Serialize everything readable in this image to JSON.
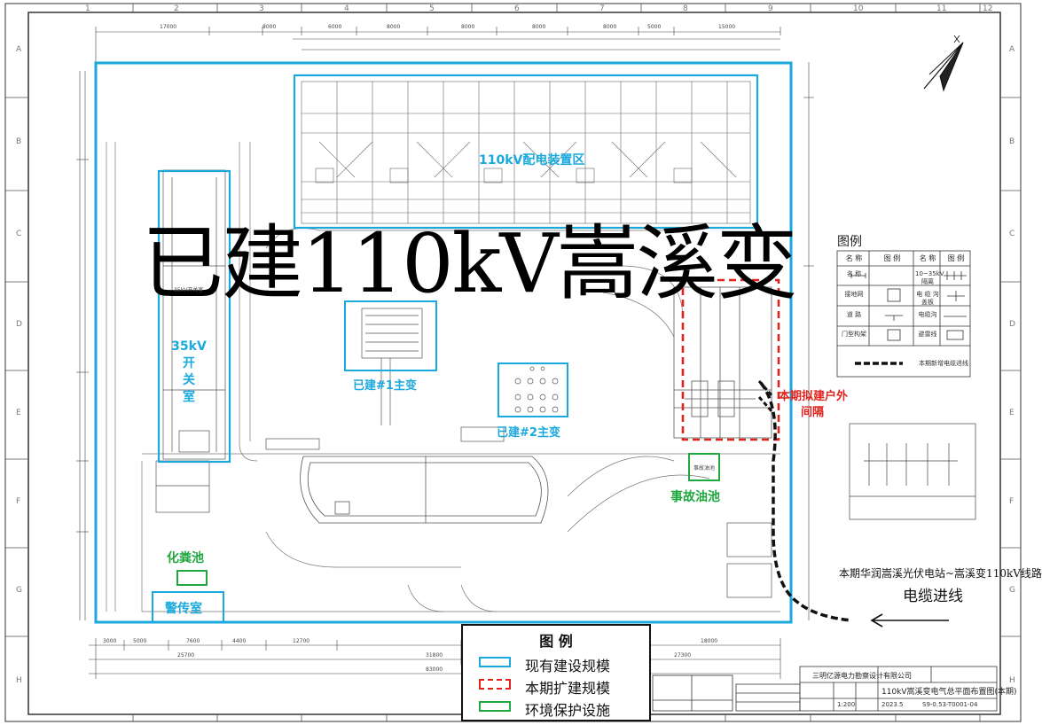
{
  "watermark": "已建110kV嵩溪变",
  "areas": {
    "distribution_110kv": "110kV配电装置区",
    "switchroom_35kv": "35kV\n开\n关\n室",
    "main_transformer_1": "已建#1主变",
    "main_transformer_2": "已建#2主变",
    "outdoor_bay_line1": "本期拟建户外",
    "outdoor_bay_line2": "间隔",
    "accident_oil_pool": "事故油池",
    "septic_tank": "化粪池",
    "guard_room": "警传室",
    "accident_oil_tag": "事故油池",
    "switchroom_tag": "35kV开关室"
  },
  "cable": {
    "line1": "本期华润嵩溪光伏电站~嵩溪变110kV线路",
    "line2": "电缆进线"
  },
  "legend_main": {
    "title": "图   例",
    "items": [
      {
        "label": "现有建设规模",
        "color": "#19a9dc",
        "style": "solid"
      },
      {
        "label": "本期扩建规模",
        "color": "#e0231c",
        "style": "dashed"
      },
      {
        "label": "环境保护设施",
        "color": "#1ea83e",
        "style": "solid"
      }
    ]
  },
  "legend_right": {
    "title": "图例",
    "headers": [
      "名 称",
      "图 例",
      "名 称",
      "图 例"
    ],
    "rows": [
      [
        "名 称",
        "",
        "10~35kV 隔离",
        ""
      ],
      [
        "接地网",
        "",
        "电 缆 沟盖板",
        ""
      ],
      [
        "道 路",
        "",
        "电缆沟",
        ""
      ],
      [
        "门型构架",
        "",
        "避雷线",
        ""
      ]
    ],
    "dash_label": "本期新增电缆进线"
  },
  "dimensions": {
    "top_row": [
      "17000",
      "8000",
      "6000",
      "8000",
      "8000",
      "8000",
      "8000",
      "5000",
      "15000"
    ],
    "bottom_row": [
      "3000",
      "5000",
      "7600",
      "4400",
      "12700",
      "18000",
      "25700",
      "31800",
      "27300",
      "83000"
    ]
  },
  "title_block": {
    "company": "三明亿源电力勘察设计有限公司",
    "drawing_title": "110kV嵩溪变电气总平面布置图(本期)",
    "drawing_no": "S9-0.53-T0001-04",
    "date": "2023.5",
    "scale": "1:200"
  },
  "colors": {
    "existing": "#19a9dc",
    "expansion": "#e0231c",
    "environment": "#1ea83e"
  }
}
